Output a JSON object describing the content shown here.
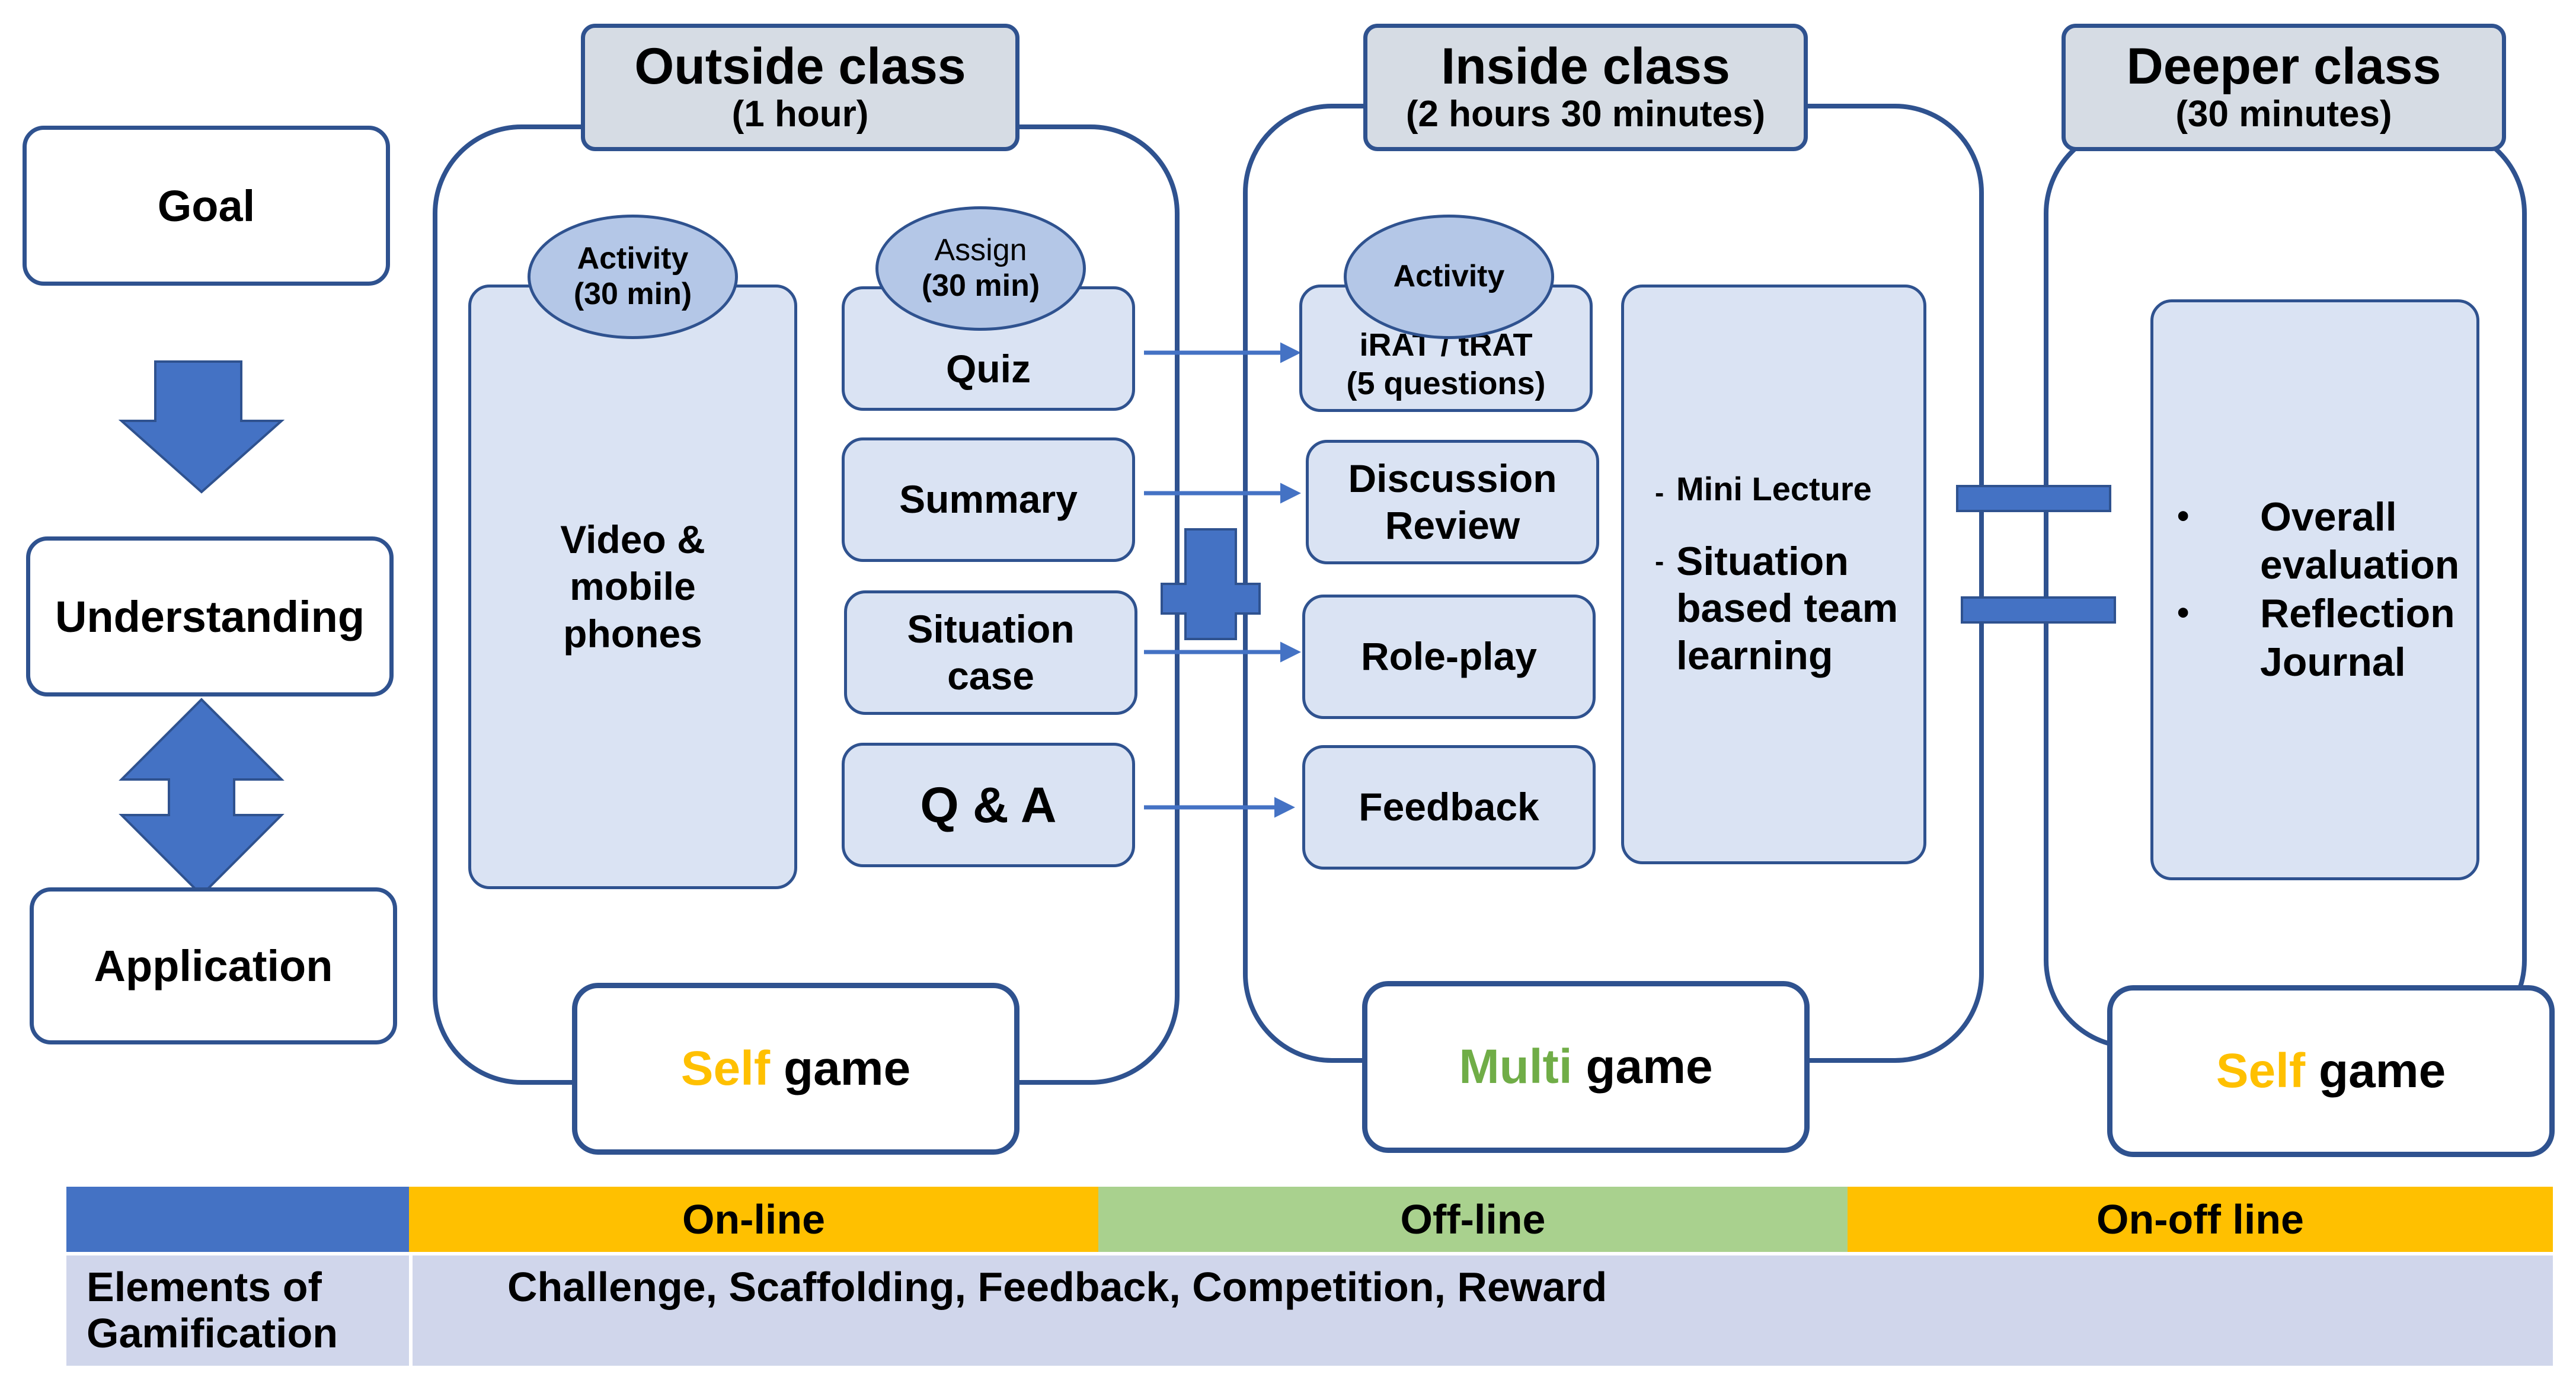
{
  "flow": {
    "goal": "Goal",
    "understanding": "Understanding",
    "application": "Application"
  },
  "colors": {
    "frame": "#2f528f",
    "arrow": "#4472c4",
    "header_fill": "#d6dce4",
    "card_fill": "#dae3f3",
    "oval_fill": "#b4c7e7",
    "online": "#ffc000",
    "offline": "#a9d18e",
    "elements_fill": "#d0d6eb",
    "self_word": "#ffc000",
    "multi_word": "#70ad47"
  },
  "outside": {
    "title": "Outside class",
    "duration": "(1 hour)",
    "activity_oval": {
      "label": "Activity",
      "duration": "(30 min)"
    },
    "assign_oval": {
      "label": "Assign",
      "duration": "(30 min)"
    },
    "video": "Video & mobile phones",
    "items": [
      "Quiz",
      "Summary",
      "Situation case",
      "Q & A"
    ],
    "game": {
      "word": "Self",
      "rest": "game"
    }
  },
  "inside": {
    "title": "Inside class",
    "duration": "(2 hours 30 minutes)",
    "activity_oval": {
      "label": "Activity"
    },
    "irat": {
      "line1": "iRAT / tRAT",
      "line2": "(5 questions)"
    },
    "items": [
      "Discussion Review",
      "Role-play",
      "Feedback"
    ],
    "lecture_list": [
      "Mini Lecture",
      "Situation based team learning"
    ],
    "list_bullet": "-",
    "game": {
      "word": "Multi",
      "rest": "game"
    }
  },
  "deeper": {
    "title": "Deeper class",
    "duration": "(30 minutes)",
    "list": [
      "Overall evaluation",
      "Reflection Journal"
    ],
    "list_bullet": "•",
    "game": {
      "word": "Self",
      "rest": "game"
    }
  },
  "table": {
    "modes": [
      "On-line",
      "Off-line",
      "On-off line"
    ],
    "row_label": "Elements of Gamification",
    "elements": "Challenge, Scaffolding, Feedback, Competition, Reward"
  }
}
